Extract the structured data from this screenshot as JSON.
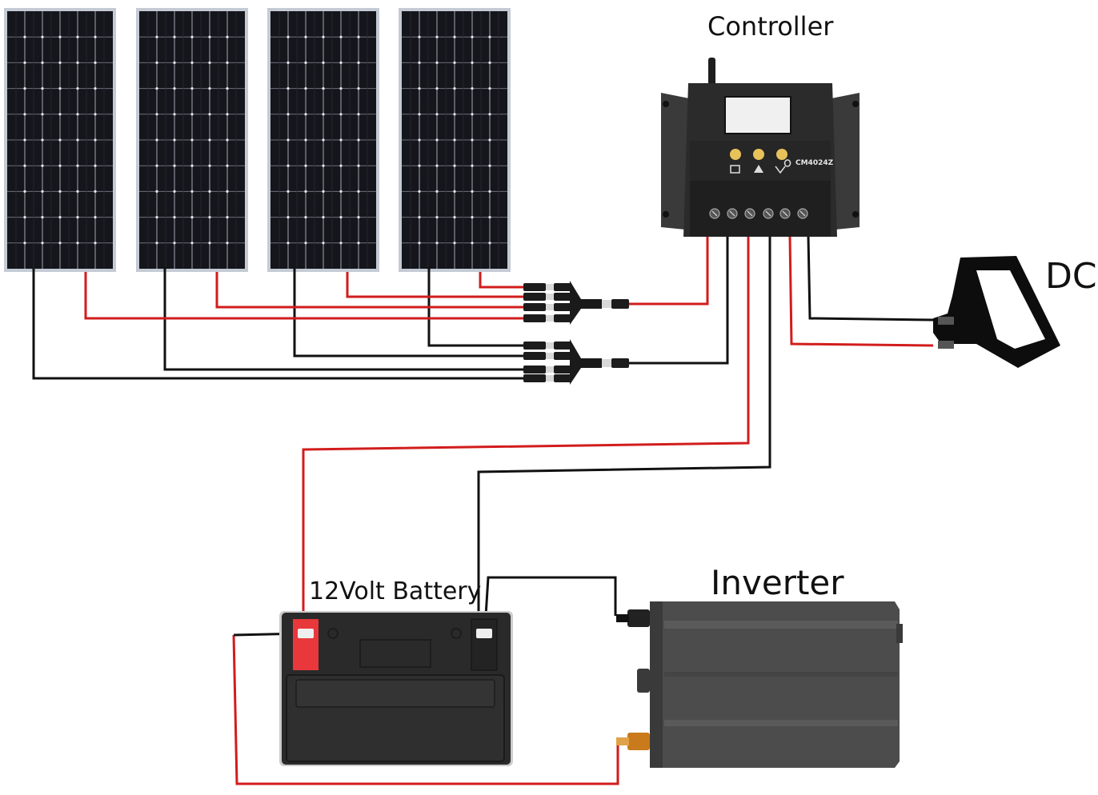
{
  "labels": {
    "controller": "Controller",
    "dc": "DC",
    "battery": "12Volt Battery",
    "inverter": "Inverter",
    "controller_model": "CM4024Z"
  },
  "panels": {
    "count": 4
  },
  "colors": {
    "positive_wire": "#d21c1c",
    "negative_wire": "#111111",
    "panel_cell": "#15161c",
    "panel_frame": "#c4cbd4",
    "controller_body": "#2b2b2b",
    "controller_knob": "#e7c25a",
    "battery_body": "#2a2a2a",
    "battery_positive": "#e8383b",
    "inverter_body": "#4c4c4c",
    "dc_device": "#0d0d0d"
  },
  "icons": {
    "controller_buttons": [
      "square-icon",
      "warning-triangle-icon",
      "bulb-icon"
    ]
  }
}
